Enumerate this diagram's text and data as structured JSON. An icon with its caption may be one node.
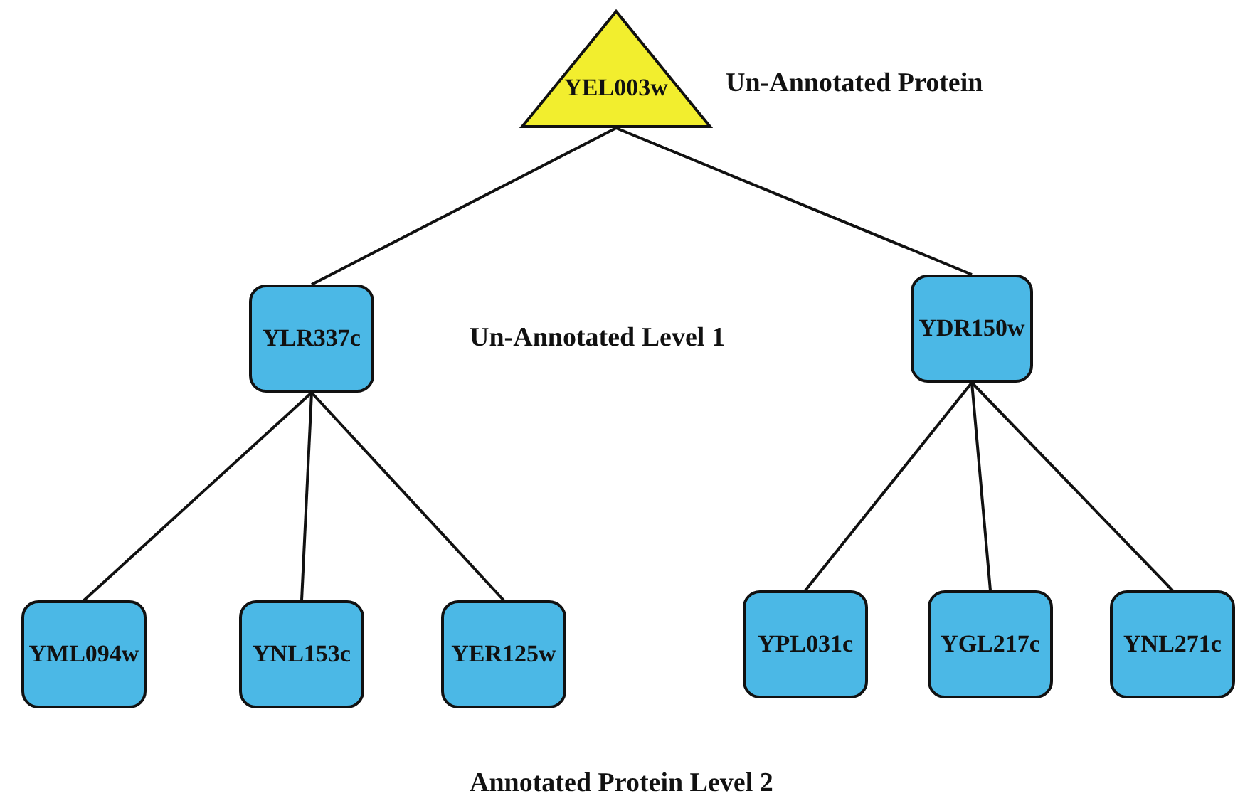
{
  "diagram": {
    "nodes": [
      {
        "text": [
          "YEL003w"
        ]
      },
      {
        "text": [
          "YLR337c"
        ]
      },
      {
        "text": [
          "YDR150w"
        ]
      },
      {
        "text": [
          "YML094w"
        ]
      },
      {
        "text": [
          "YNL153c"
        ]
      },
      {
        "text": [
          "YER125w"
        ]
      },
      {
        "text": [
          "YPL031c"
        ]
      },
      {
        "text": [
          "YGL217c"
        ]
      },
      {
        "text": [
          "YNL271c"
        ]
      }
    ],
    "edges": [
      {
        "from": 0,
        "to": 1,
        "arrow": "none"
      },
      {
        "from": 0,
        "to": 2,
        "arrow": "none"
      },
      {
        "from": 1,
        "to": 3,
        "arrow": "none"
      },
      {
        "from": 1,
        "to": 4,
        "arrow": "none"
      },
      {
        "from": 1,
        "to": 5,
        "arrow": "none"
      },
      {
        "from": 2,
        "to": 6,
        "arrow": "none"
      },
      {
        "from": 2,
        "to": 7,
        "arrow": "none"
      },
      {
        "from": 2,
        "to": 8,
        "arrow": "none"
      }
    ],
    "labels": [
      "Un-Annotated Protein",
      "Un-Annotated Level 1",
      "Annotated Protein Level 2"
    ]
  }
}
